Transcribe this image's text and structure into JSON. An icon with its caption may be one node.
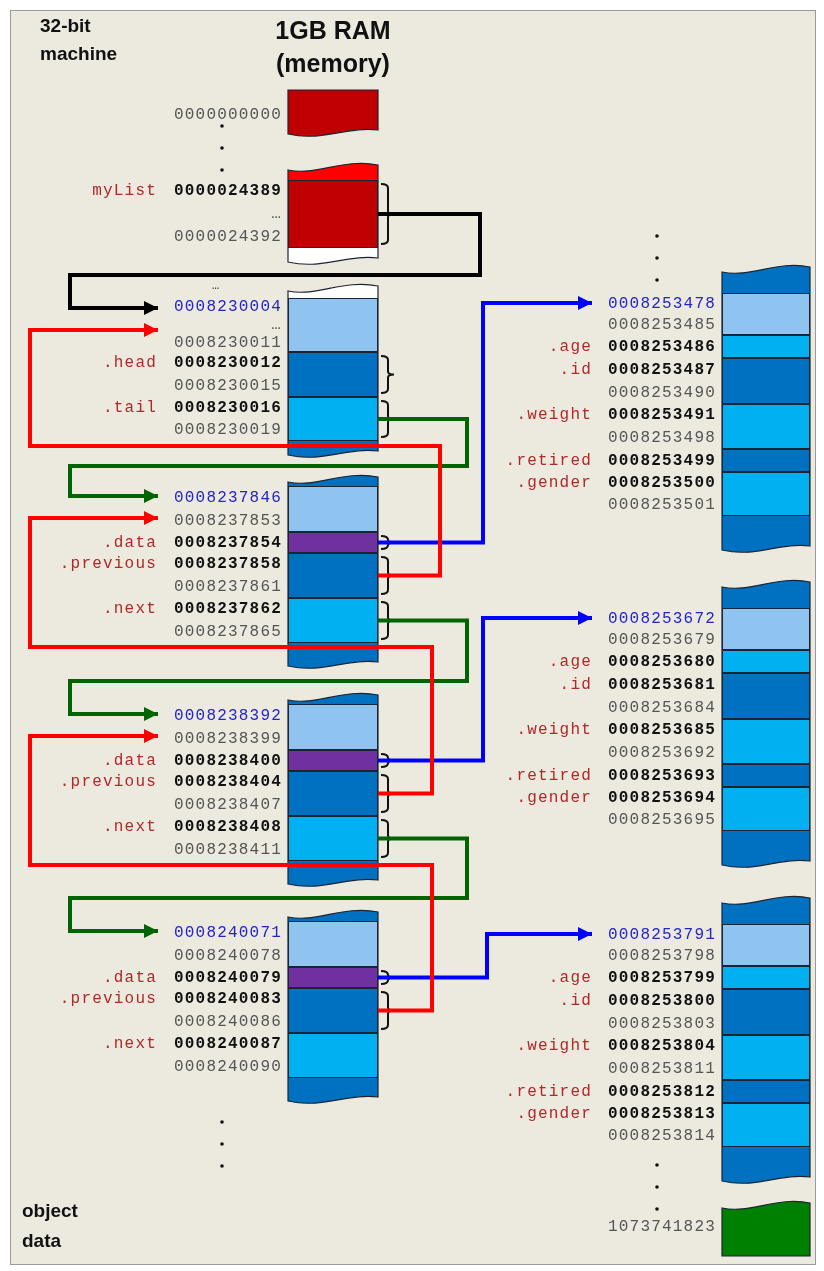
{
  "diagram": {
    "nodes": [
      {
        "text": [
          "0000000000"
        ]
      },
      {
        "text": [],
        "shape": "bar"
      },
      {
        "text": [
          "0000024389",
          "…",
          "0000024392"
        ],
        "in": 1
      },
      {
        "text": [],
        "shape": "bar"
      },
      {
        "text": [
          "0008230004",
          "…",
          "0008230011"
        ],
        "in": 3
      },
      {
        "text": [
          "0008230012",
          "0008230015"
        ],
        "in": 3
      },
      {
        "text": [
          "0008230016",
          "0008230019"
        ],
        "in": 3
      },
      {
        "text": [],
        "shape": "bar"
      },
      {
        "text": [
          "0008237846",
          "0008237853"
        ],
        "in": 7
      },
      {
        "text": [
          "0008237854"
        ],
        "in": 7
      },
      {
        "text": [
          "0008237858",
          "0008237861"
        ],
        "in": 7
      },
      {
        "text": [
          "0008237862",
          "0008237865"
        ],
        "in": 7
      },
      {
        "text": [],
        "shape": "bar"
      },
      {
        "text": [
          "0008238392",
          "0008238399"
        ],
        "in": 12
      },
      {
        "text": [
          "0008238400"
        ],
        "in": 12
      },
      {
        "text": [
          "0008238404",
          "0008238407"
        ],
        "in": 12
      },
      {
        "text": [
          "0008238408",
          "0008238411"
        ],
        "in": 12
      },
      {
        "text": [],
        "shape": "bar"
      },
      {
        "text": [
          "0008240071",
          "0008240078"
        ],
        "in": 17
      },
      {
        "text": [
          "0008240079"
        ],
        "in": 17
      },
      {
        "text": [
          "0008240083",
          "0008240086"
        ],
        "in": 17
      },
      {
        "text": [
          "0008240087",
          "0008240090"
        ],
        "in": 17
      },
      {
        "text": [],
        "shape": "bar"
      },
      {
        "text": [
          "0008253478",
          "0008253485"
        ],
        "in": 22
      },
      {
        "text": [
          "0008253486"
        ],
        "in": 22
      },
      {
        "text": [
          "0008253487",
          "0008253490"
        ],
        "in": 22
      },
      {
        "text": [
          "0008253491",
          "0008253498"
        ],
        "in": 22
      },
      {
        "text": [
          "0008253499"
        ],
        "in": 22
      },
      {
        "text": [
          "0008253500",
          "0008253501"
        ],
        "in": 22
      },
      {
        "text": [],
        "shape": "bar"
      },
      {
        "text": [
          "0008253672",
          "0008253679"
        ],
        "in": 29
      },
      {
        "text": [
          "0008253680"
        ],
        "in": 29
      },
      {
        "text": [
          "0008253681",
          "0008253684"
        ],
        "in": 29
      },
      {
        "text": [
          "0008253685",
          "0008253692"
        ],
        "in": 29
      },
      {
        "text": [
          "0008253693"
        ],
        "in": 29
      },
      {
        "text": [
          "0008253694",
          "0008253695"
        ],
        "in": 29
      },
      {
        "text": [],
        "shape": "bar"
      },
      {
        "text": [
          "0008253791",
          "0008253798"
        ],
        "in": 36
      },
      {
        "text": [
          "0008253799"
        ],
        "in": 36
      },
      {
        "text": [
          "0008253800",
          "0008253803"
        ],
        "in": 36
      },
      {
        "text": [
          "0008253804",
          "0008253811"
        ],
        "in": 36
      },
      {
        "text": [
          "0008253812"
        ],
        "in": 36
      },
      {
        "text": [
          "0008253813",
          "0008253814"
        ],
        "in": 36
      },
      {
        "text": [
          "1073741823"
        ]
      }
    ],
    "edges": [
      {
        "from": 2,
        "to": 4,
        "arrow": "to",
        "color": "#000000"
      },
      {
        "from": 6,
        "to": 8,
        "arrow": "to",
        "color": "#006400"
      },
      {
        "from": 9,
        "to": 23,
        "arrow": "to",
        "color": "#0000ff"
      },
      {
        "from": 10,
        "to": 4,
        "arrow": "to",
        "color": "#ff0000"
      },
      {
        "from": 11,
        "to": 13,
        "arrow": "to",
        "color": "#006400"
      },
      {
        "from": 14,
        "to": 30,
        "arrow": "to",
        "color": "#0000ff"
      },
      {
        "from": 15,
        "to": 8,
        "arrow": "to",
        "color": "#ff0000"
      },
      {
        "from": 16,
        "to": 18,
        "arrow": "to",
        "color": "#006400"
      },
      {
        "from": 19,
        "to": 37,
        "arrow": "to",
        "color": "#0000ff"
      },
      {
        "from": 20,
        "to": 13,
        "arrow": "to",
        "color": "#ff0000"
      }
    ],
    "labels": [
      "32-bit machine",
      "1GB RAM (memory)",
      "myList",
      "…",
      ".head",
      ".tail",
      ".data",
      ".previous",
      ".next",
      ".data",
      ".previous",
      ".next",
      ".data",
      ".previous",
      ".next",
      ".age",
      ".id",
      ".weight",
      ".retired",
      ".gender",
      ".age",
      ".id",
      ".weight",
      ".retired",
      ".gender",
      ".age",
      ".id",
      ".weight",
      ".retired",
      ".gender",
      "object data"
    ]
  }
}
